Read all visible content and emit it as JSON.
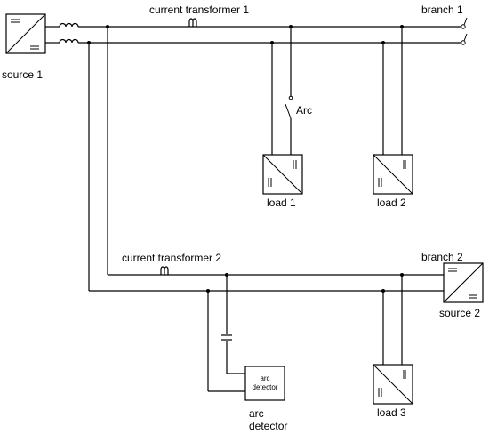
{
  "labels": {
    "source_1": "source 1",
    "source_2": "source 2",
    "current_transformer_1": "current transformer 1",
    "current_transformer_2": "current transformer 2",
    "branch_1": "branch 1",
    "branch_2": "branch 2",
    "arc": "Arc",
    "load_1": "load 1",
    "load_2": "load 2",
    "load_3": "load 3",
    "arc_detector_box_line1": "arc",
    "arc_detector_box_line2": "detector",
    "arc_detector_line1": "arc",
    "arc_detector_line2": "detector"
  }
}
